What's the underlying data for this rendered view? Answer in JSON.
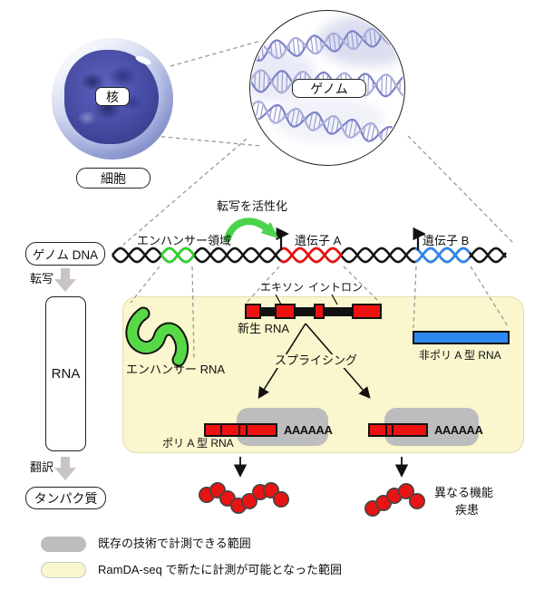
{
  "cell": {
    "nucleus_label": "核",
    "cell_label": "細胞"
  },
  "genome": {
    "label": "ゲノム"
  },
  "dna_track": {
    "activation_label": "転写を活性化",
    "enhancer_region_label": "エンハンサー領域",
    "gene_a_label": "遺伝子 A",
    "gene_b_label": "遺伝子 B"
  },
  "flow": {
    "genome_dna_label": "ゲノム DNA",
    "transcription_label": "転写",
    "rna_label": "RNA",
    "translation_label": "翻訳",
    "protein_label": "タンパク質"
  },
  "panel": {
    "exon_label": "エキソン",
    "intron_label": "イントロン",
    "nascent_rna_label": "新生 RNA",
    "enhancer_rna_label": "エンハンサー RNA",
    "splicing_label": "スプライシング",
    "non_polya_label": "非ポリ A 型 RNA",
    "polya_label": "ポリ A 型 RNA",
    "polya_tail": "AAAAAA"
  },
  "outcome": {
    "different_function_label": "異なる機能",
    "disease_label": "疾患"
  },
  "legend": {
    "existing_label": "既存の技術で計測できる範囲",
    "ramda_label": "RamDA-seq で新たに計測が可能となった範囲"
  },
  "palette": {
    "dna_black": "#151515",
    "enhancer_green": "#2fd32f",
    "gene_red": "#ee1111",
    "gene_blue": "#2f88ef",
    "squiggle_green": "#57d947",
    "activation_green": "#4cd34c",
    "panel_yellow": "#faf6cd",
    "measured_gray": "#bdbdbd",
    "arrow_gray": "#cac5c3",
    "dash_gray": "#9a9a9a",
    "bead_red": "#e81313",
    "helix_purple": "#7d83c8",
    "helix_light": "#a9aed8",
    "helix_rung": "#9298cf"
  },
  "diagram": {
    "dna_segments": [
      {
        "role": "backbone",
        "from": 124,
        "to": 558,
        "color": "#151515"
      },
      {
        "role": "enhancer-region",
        "from": 178,
        "to": 214,
        "color": "#2fd32f"
      },
      {
        "role": "gene-a",
        "from": 309,
        "to": 377,
        "color": "#ee1111"
      },
      {
        "role": "gene-b",
        "from": 458,
        "to": 518,
        "color": "#2f88ef"
      }
    ],
    "nascent_segments": [
      {
        "type": "exon",
        "w": 18
      },
      {
        "type": "intron",
        "w": 15
      },
      {
        "type": "exon",
        "w": 23
      },
      {
        "type": "intron",
        "w": 20
      },
      {
        "type": "exon",
        "w": 12
      },
      {
        "type": "intron",
        "w": 30
      },
      {
        "type": "exon",
        "w": 33
      }
    ],
    "polya_left_cells": [
      20,
      22,
      10,
      35
    ],
    "polya_right_cells": [
      21,
      9,
      40
    ]
  }
}
